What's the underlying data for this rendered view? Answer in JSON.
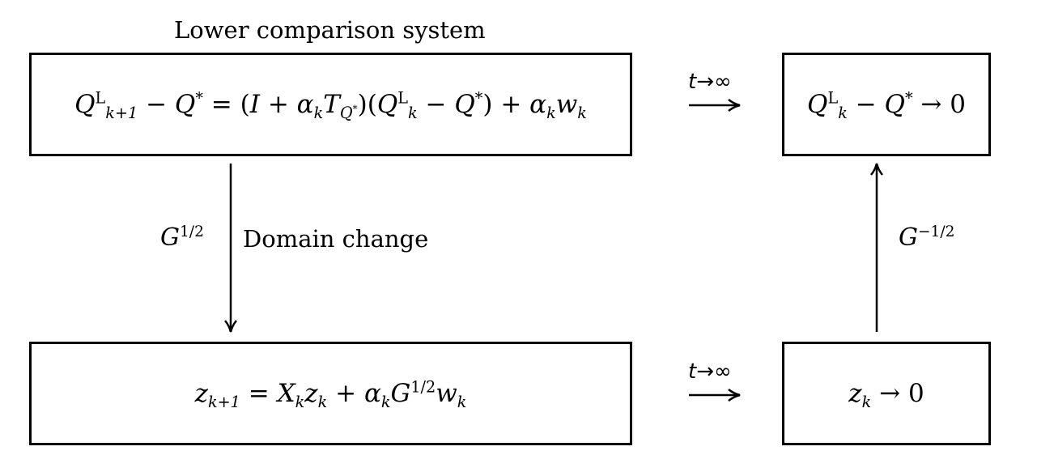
{
  "title": "Lower comparison system",
  "top_left_box": {
    "lhs_q": "Q",
    "lhs_sup": "L",
    "lhs_sub": "k+1",
    "minus": " − ",
    "qstar": "Q",
    "star": "*",
    "eq": " = (",
    "I": "I",
    "plus1": " + ",
    "alpha": "α",
    "k1": "k",
    "T": "T",
    "TQ": "Q",
    "TQstar": "*",
    "rest1": ")(",
    "q2": "Q",
    "q2sup": "L",
    "q2sub": "k",
    "minus2": " − ",
    "q3": "Q",
    "q3star": "*",
    "rest2": ") + ",
    "alpha2": "α",
    "k2": "k",
    "w": "w",
    "k3": "k"
  },
  "top_right_box": {
    "q": "Q",
    "sup": "L",
    "sub": "k",
    "minus": " − ",
    "qs": "Q",
    "star": "*",
    "arrow": " → 0"
  },
  "bottom_left_box": {
    "z": "z",
    "sub": "k+1",
    "eq": " = ",
    "X": "X",
    "k1": "k",
    "z2": "z",
    "k2": "k",
    "plus": " + ",
    "alpha": "α",
    "k3": "k",
    "G": "G",
    "Gsup": "1/2",
    "w": "w",
    "k4": "k"
  },
  "bottom_right_box": {
    "z": "z",
    "sub": "k",
    "arrow": " → 0"
  },
  "arrow_top": {
    "t": "t",
    "to": "→",
    "inf": "∞"
  },
  "arrow_bottom": {
    "t": "t",
    "to": "→",
    "inf": "∞"
  },
  "down_arrow": {
    "G": "G",
    "sup": "1/2",
    "text": "Domain change"
  },
  "up_arrow": {
    "G": "G",
    "sup": "−1/2"
  }
}
